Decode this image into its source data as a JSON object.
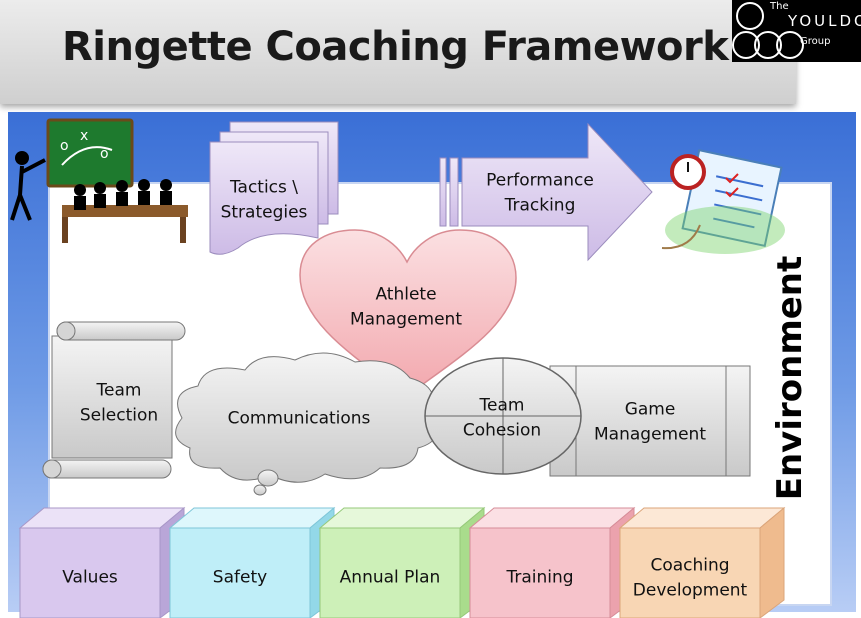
{
  "title": "Ringette Coaching Framework",
  "logo": {
    "line1": "The",
    "line2": "YOULDO",
    "line3": "Group"
  },
  "side_label": "Environment",
  "shapes": {
    "tactics_line1": "Tactics \\",
    "tactics_line2": "Strategies",
    "performance_line1": "Performance",
    "performance_line2": "Tracking",
    "athlete_line1": "Athlete",
    "athlete_line2": "Management",
    "team_selection_line1": "Team",
    "team_selection_line2": "Selection",
    "communications": "Communications",
    "cohesion_line1": "Team",
    "cohesion_line2": "Cohesion",
    "game_line1": "Game",
    "game_line2": "Management"
  },
  "foundation": [
    {
      "label": "Values",
      "color": "#d9c8ee"
    },
    {
      "label": "Safety",
      "color": "#bfeef8"
    },
    {
      "label": "Annual Plan",
      "color": "#cdf0b8"
    },
    {
      "label": "Training",
      "color": "#f6c3cb"
    },
    {
      "label_line1": "Coaching",
      "label_line2": "Development",
      "color": "#f8d6b4"
    }
  ]
}
